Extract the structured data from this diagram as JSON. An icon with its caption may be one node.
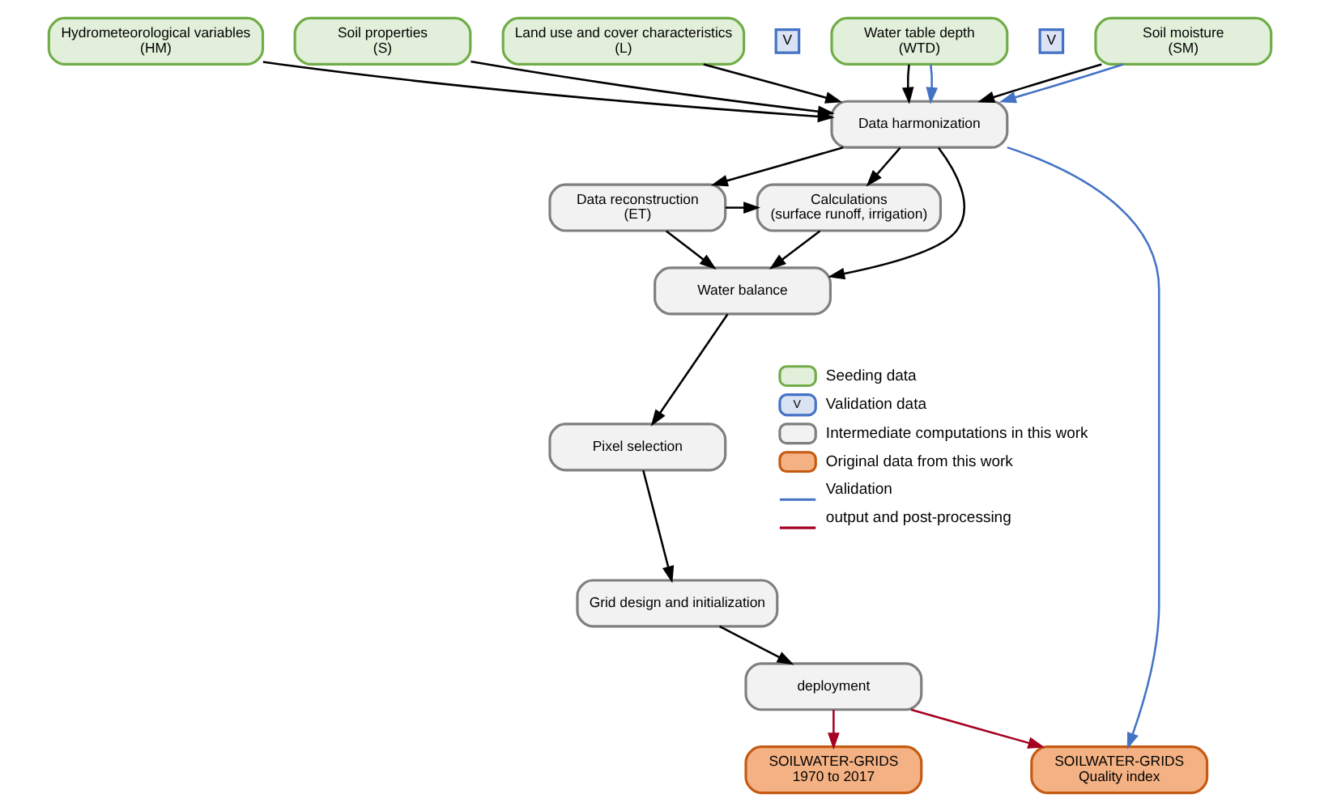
{
  "diagram": {
    "nodes": [
      {
        "text": [
          "Hydrometeorological variables",
          "(HM)"
        ]
      },
      {
        "text": [
          "Soil properties",
          "(S)"
        ]
      },
      {
        "text": [
          "Land use and cover characteristics",
          "(L)"
        ]
      },
      {
        "text": [
          "V"
        ]
      },
      {
        "text": [
          "Water table depth",
          "(WTD)"
        ]
      },
      {
        "text": [
          "V"
        ]
      },
      {
        "text": [
          "Soil moisture",
          "(SM)"
        ]
      },
      {
        "text": [
          "Data harmonization"
        ]
      },
      {
        "text": [
          "Data reconstruction",
          "(ET)"
        ]
      },
      {
        "text": [
          "Calculations",
          "(surface runoff, irrigation)"
        ]
      },
      {
        "text": [
          "Water balance"
        ]
      },
      {
        "text": [
          "Pixel selection"
        ]
      },
      {
        "text": [
          "Grid design and initialization"
        ]
      },
      {
        "text": [
          "deployment"
        ]
      },
      {
        "text": [
          "SOILWATER-GRIDS",
          "Quality index"
        ]
      },
      {
        "text": [
          "SOILWATER-GRIDS",
          "1970 to 2017"
        ]
      }
    ],
    "edges": [
      {
        "from": 0,
        "to": 7,
        "arrow": "to"
      },
      {
        "from": 1,
        "to": 7,
        "arrow": "to"
      },
      {
        "from": 2,
        "to": 7,
        "arrow": "to"
      },
      {
        "from": 4,
        "to": 7,
        "arrow": "to"
      },
      {
        "from": 6,
        "to": 7,
        "arrow": "to"
      },
      {
        "from": 4,
        "to": 7,
        "arrow": "to",
        "color": "#4472c4"
      },
      {
        "from": 6,
        "to": 7,
        "arrow": "to",
        "color": "#4472c4"
      },
      {
        "from": 7,
        "to": 14,
        "arrow": "to",
        "color": "#4472c4"
      },
      {
        "from": 7,
        "to": 8,
        "arrow": "to"
      },
      {
        "from": 7,
        "to": 9,
        "arrow": "to"
      },
      {
        "from": 8,
        "to": 9,
        "arrow": "to"
      },
      {
        "from": 7,
        "to": 10,
        "arrow": "to"
      },
      {
        "from": 8,
        "to": 10,
        "arrow": "to"
      },
      {
        "from": 9,
        "to": 10,
        "arrow": "to"
      },
      {
        "from": 10,
        "to": 11,
        "arrow": "to"
      },
      {
        "from": 11,
        "to": 12,
        "arrow": "to"
      },
      {
        "from": 12,
        "to": 13,
        "arrow": "to"
      },
      {
        "from": 13,
        "to": 14,
        "arrow": "to",
        "color": "#a50021"
      },
      {
        "from": 13,
        "to": 15,
        "arrow": "to",
        "color": "#a50021"
      }
    ],
    "labels": [
      "V"
    ],
    "legend": [
      {
        "text": "Seeding data",
        "color": "#e2efda"
      },
      {
        "text": "Validation data",
        "color": "#dae3f3"
      },
      {
        "text": "Intermediate computations in this work",
        "color": "#f2f2f2"
      },
      {
        "text": "Original data from this work",
        "color": "#f4b183"
      },
      {
        "text": "Validation"
      },
      {
        "text": "output and post-processing"
      }
    ]
  }
}
